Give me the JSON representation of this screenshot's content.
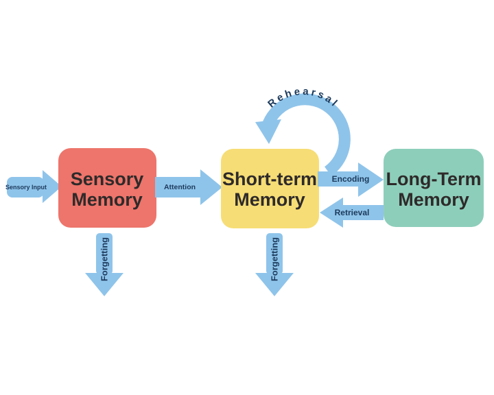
{
  "diagram": {
    "background": "#ffffff",
    "colors": {
      "sensory_box": "#ED756B",
      "short_term_box": "#F6DD75",
      "long_term_box": "#8DCEBA",
      "arrow_blue": "#8FC4EA",
      "label_navy": "#1C3A5C",
      "box_text": "#2E2A2A"
    },
    "boxes": {
      "sensory": {
        "line1": "Sensory",
        "line2": "Memory"
      },
      "short_term": {
        "line1": "Short-term",
        "line2": "Memory"
      },
      "long_term": {
        "line1": "Long-Term",
        "line2": "Memory"
      }
    },
    "arrows": {
      "sensory_input": {
        "label": "Sensory Input"
      },
      "attention": {
        "label": "Attention"
      },
      "encoding": {
        "label": "Encoding"
      },
      "retrieval": {
        "label": "Retrieval"
      },
      "rehearsal": {
        "label": "Rehearsal"
      },
      "forgetting_sensory": {
        "label": "Forgetting"
      },
      "forgetting_short_term": {
        "label": "Forgetting"
      }
    }
  }
}
